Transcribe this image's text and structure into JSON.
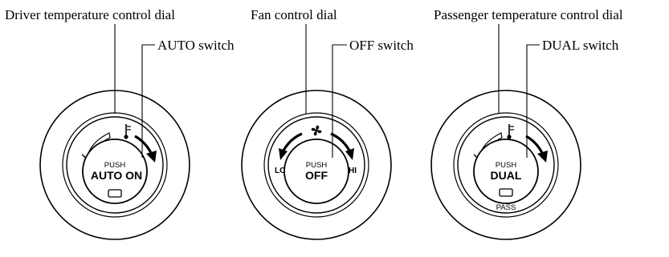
{
  "callouts": {
    "driver_dial": "Driver temperature control dial",
    "auto_switch": "AUTO switch",
    "fan_dial": "Fan control dial",
    "off_switch": "OFF switch",
    "passenger_dial": "Passenger temperature control dial",
    "dual_switch": "DUAL switch"
  },
  "dials": {
    "driver": {
      "icon": "thermometer-icon",
      "push_label": "PUSH",
      "switch_label": "AUTO ON"
    },
    "fan": {
      "icon": "fan-icon",
      "push_label": "PUSH",
      "switch_label": "OFF",
      "low_label": "LO",
      "high_label": "HI"
    },
    "passenger": {
      "icon": "thermometer-icon",
      "push_label": "PUSH",
      "switch_label": "DUAL",
      "indicator_label": "PASS"
    }
  }
}
